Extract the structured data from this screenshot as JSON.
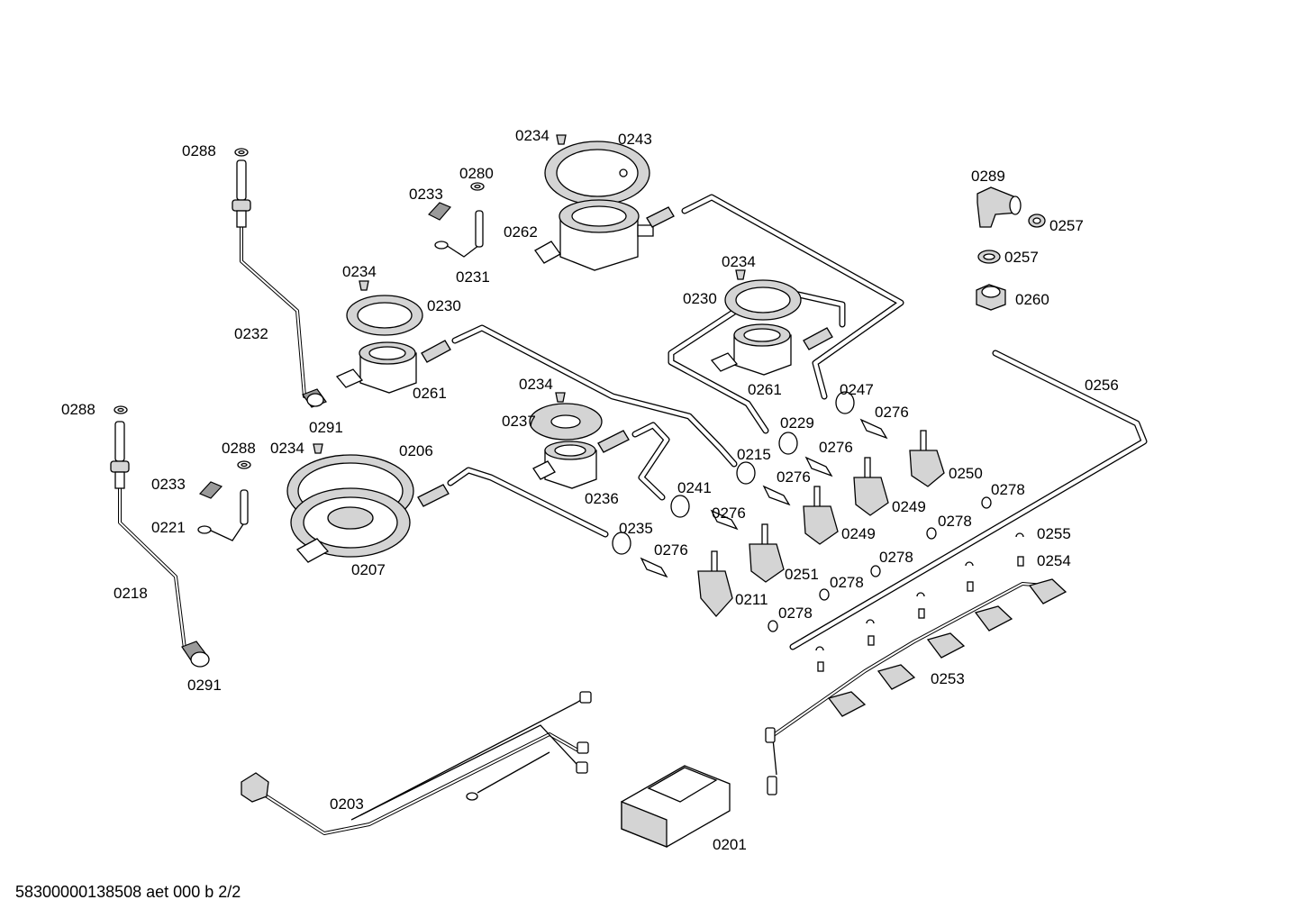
{
  "labels": {
    "l0201": "0201",
    "l0203": "0203",
    "l0206": "0206",
    "l0207": "0207",
    "l0211": "0211",
    "l0215": "0215",
    "l0218": "0218",
    "l0221": "0221",
    "l0229": "0229",
    "l0230": "0230",
    "l0231": "0231",
    "l0232": "0232",
    "l0233": "0233",
    "l0234": "0234",
    "l0235": "0235",
    "l0236": "0236",
    "l0237": "0237",
    "l0241": "0241",
    "l0243": "0243",
    "l0247": "0247",
    "l0249": "0249",
    "l0250": "0250",
    "l0251": "0251",
    "l0253": "0253",
    "l0254": "0254",
    "l0255": "0255",
    "l0256": "0256",
    "l0257": "0257",
    "l0260": "0260",
    "l0261": "0261",
    "l0262": "0262",
    "l0276": "0276",
    "l0278": "0278",
    "l0280": "0280",
    "l0288": "0288",
    "l0289": "0289",
    "l0291": "0291"
  },
  "footer": "58300000138508 aet 000 b 2/2"
}
